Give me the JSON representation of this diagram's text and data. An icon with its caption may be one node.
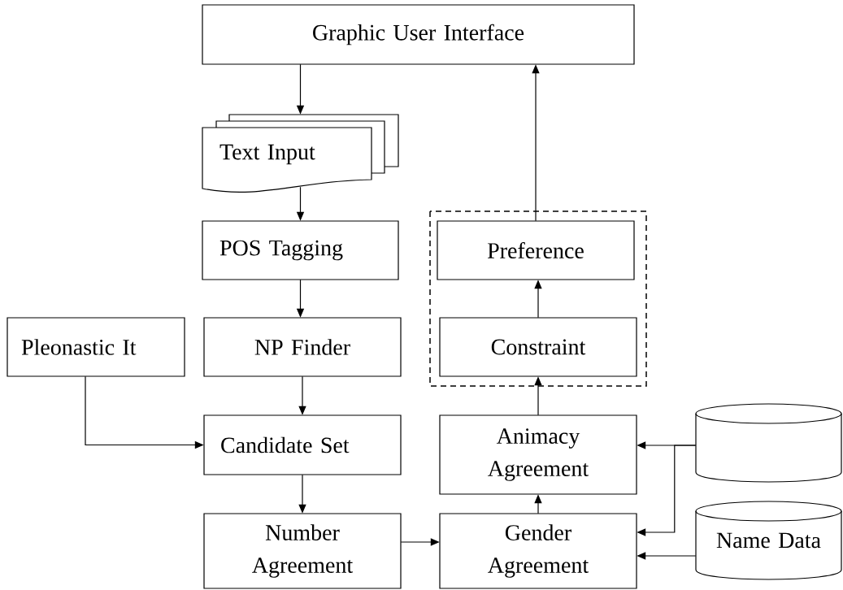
{
  "diagram": {
    "nodes": [
      {
        "text": [
          "Graphic User Interface"
        ]
      },
      {
        "text": [
          "Text Input"
        ]
      },
      {
        "text": [],
        "shape": "box"
      },
      {
        "text": [
          "Preference"
        ],
        "in": 2
      },
      {
        "text": [
          "POS Tagging"
        ]
      },
      {
        "text": [
          "Constraint"
        ],
        "in": 2
      },
      {
        "text": [
          "Pleonastic It"
        ]
      },
      {
        "text": [
          "NP Finder"
        ]
      },
      {
        "text": [
          "Candidate Set"
        ]
      },
      {
        "text": [
          "Animacy Agreement"
        ]
      },
      {
        "text": [],
        "shape": "cylinder"
      },
      {
        "text": [
          "Number Agreement"
        ]
      },
      {
        "text": [
          "Gender Agreement"
        ]
      },
      {
        "text": [
          "Name Data"
        ]
      }
    ],
    "edges": [
      {
        "from": 0,
        "to": 1,
        "arrow": "to"
      },
      {
        "from": 1,
        "to": 4,
        "arrow": "to"
      },
      {
        "from": 4,
        "to": 7,
        "arrow": "to"
      },
      {
        "from": 7,
        "to": 8,
        "arrow": "to"
      },
      {
        "from": 6,
        "to": 8,
        "arrow": "to"
      },
      {
        "from": 8,
        "to": 11,
        "arrow": "to"
      },
      {
        "from": 11,
        "to": 12,
        "arrow": "to"
      },
      {
        "from": 12,
        "to": 9,
        "arrow": "to"
      },
      {
        "from": 9,
        "to": 5,
        "arrow": "to"
      },
      {
        "from": 5,
        "to": 3,
        "arrow": "to"
      },
      {
        "from": 3,
        "to": 0,
        "arrow": "to"
      },
      {
        "from": 10,
        "to": 9,
        "arrow": "to"
      },
      {
        "from": 10,
        "to": 12,
        "arrow": "to"
      },
      {
        "from": 13,
        "to": 12,
        "arrow": "to"
      }
    ]
  }
}
